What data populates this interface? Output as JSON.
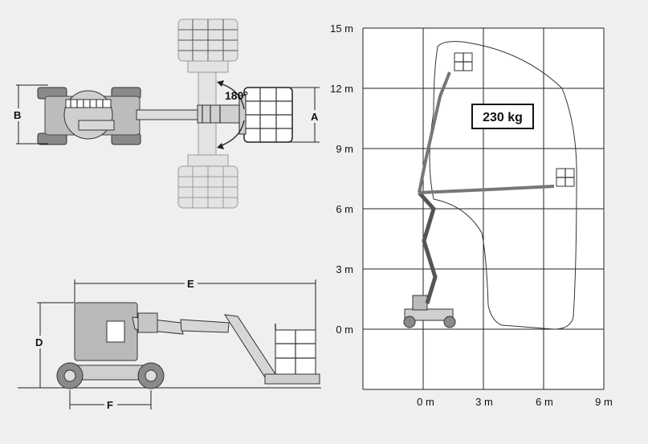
{
  "top_view": {
    "rotation_label": "180°",
    "dim_a": "A",
    "dim_b": "B"
  },
  "side_view": {
    "dim_d": "D",
    "dim_e": "E",
    "dim_f": "F"
  },
  "work_envelope": {
    "capacity_label": "230 kg",
    "y_ticks": [
      "15 m",
      "12 m",
      "9 m",
      "6 m",
      "3 m",
      "0 m"
    ],
    "x_ticks": [
      "0 m",
      "3 m",
      "6 m",
      "9 m"
    ]
  }
}
